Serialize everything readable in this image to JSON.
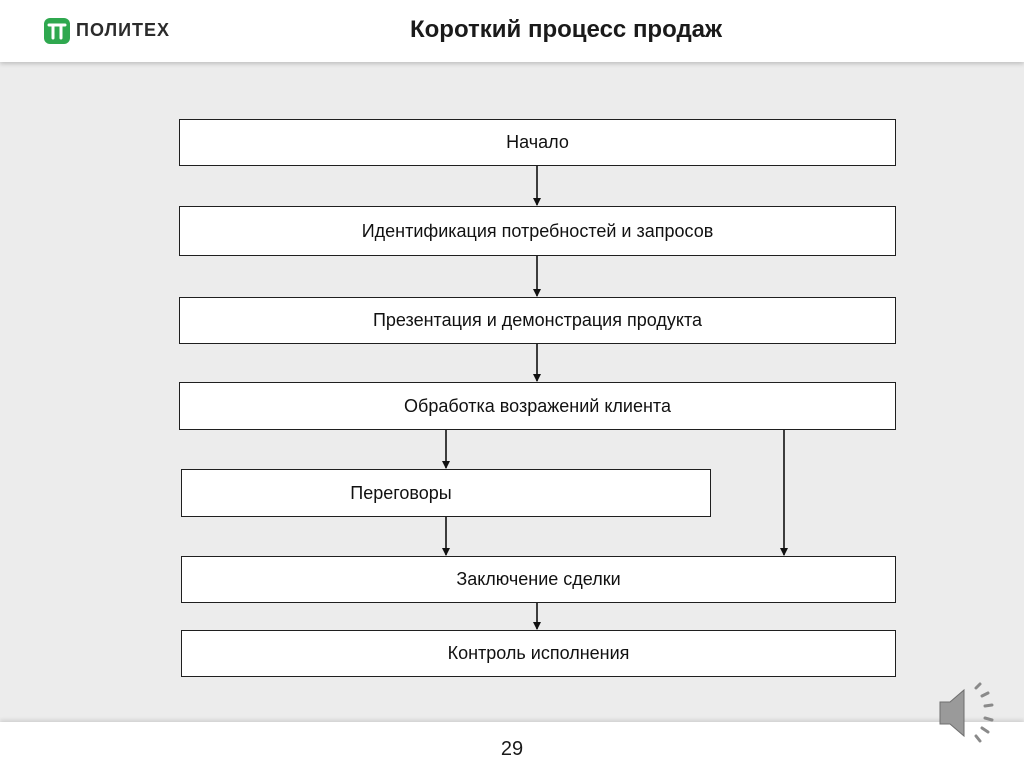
{
  "header": {
    "logo_text": "ПОЛИТЕХ",
    "title": "Короткий процесс продаж"
  },
  "diagram": {
    "steps": [
      "Начало",
      "Идентификация потребностей и запросов",
      "Презентация и демонстрация продукта",
      "Обработка возражений клиента",
      "Переговоры",
      "Заключение сделки",
      "Контроль исполнения"
    ]
  },
  "footer": {
    "page_number": "29"
  },
  "icons": {
    "logo": "politech-logo-icon",
    "audio": "speaker-icon"
  },
  "colors": {
    "logo_green": "#2fa84f",
    "background": "#ececec"
  }
}
